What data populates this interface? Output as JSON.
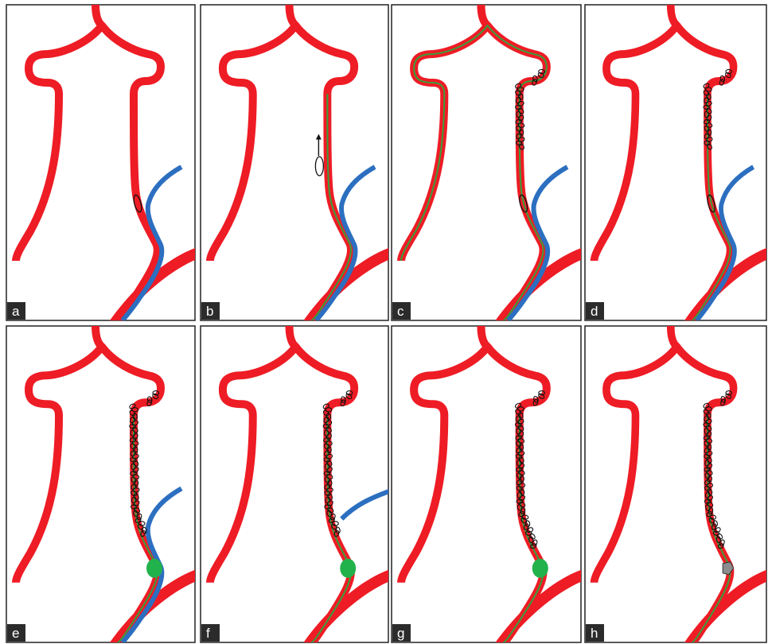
{
  "colors": {
    "vessel": "#ee1c25",
    "guide_catheter": "#2c6fc0",
    "microcatheter": "#3a9d3a",
    "balloon": "#22b24c",
    "coil": "#111111",
    "label_bg": "#2b2b2b",
    "label_text": "#ffffff",
    "frame": "#222222"
  },
  "panels": [
    {
      "label": "a",
      "guide": "full",
      "microcatheter": "none",
      "coil": "none",
      "marker": "lower",
      "arrow": false,
      "balloon": "none"
    },
    {
      "label": "b",
      "guide": "full",
      "microcatheter": "partial",
      "coil": "none",
      "marker": "upper",
      "arrow": true,
      "balloon": "none"
    },
    {
      "label": "c",
      "guide": "full",
      "microcatheter": "full",
      "coil": "upper",
      "marker": "lower",
      "arrow": false,
      "balloon": "none"
    },
    {
      "label": "d",
      "guide": "full",
      "microcatheter": "partial",
      "coil": "upper",
      "marker": "lower",
      "arrow": false,
      "balloon": "none"
    },
    {
      "label": "e",
      "guide": "full",
      "microcatheter": "partial",
      "coil": "long",
      "marker": "none",
      "arrow": false,
      "balloon": "green"
    },
    {
      "label": "f",
      "guide": "withdrawn",
      "microcatheter": "partial",
      "coil": "long",
      "marker": "none",
      "arrow": false,
      "balloon": "green"
    },
    {
      "label": "g",
      "guide": "none",
      "microcatheter": "partial",
      "coil": "full",
      "marker": "none",
      "arrow": false,
      "balloon": "green"
    },
    {
      "label": "h",
      "guide": "none",
      "microcatheter": "partial",
      "coil": "full",
      "marker": "none",
      "arrow": false,
      "balloon": "gray"
    }
  ]
}
